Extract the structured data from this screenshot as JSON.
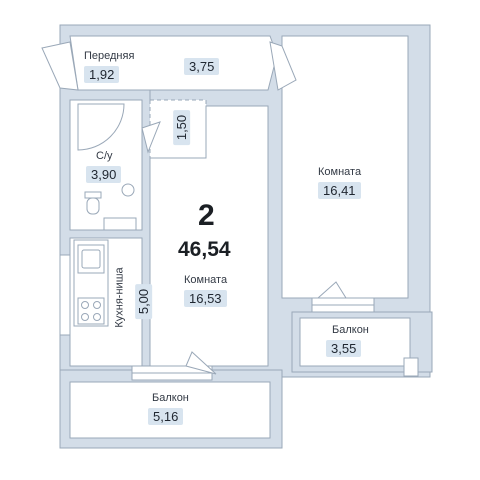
{
  "rooms": {
    "hall": {
      "label": "Передняя",
      "area": "1,92"
    },
    "corridor": {
      "area": "3,75"
    },
    "bathroom": {
      "label": "С/у",
      "area": "3,90"
    },
    "passage": {
      "width": "1,50"
    },
    "kitchen": {
      "label": "Кухня-ниша",
      "width": "5,00"
    },
    "room_main": {
      "label": "Комната",
      "area": "16,53"
    },
    "room_second": {
      "label": "Комната",
      "area": "16,41"
    },
    "balcony_right": {
      "label": "Балкон",
      "area": "3,55"
    },
    "balcony_bottom": {
      "label": "Балкон",
      "area": "5,16"
    }
  },
  "summary": {
    "rooms_count": "2",
    "total_area": "46,54"
  },
  "colors": {
    "wall": "#d3dde8",
    "wall_edge": "#9aa8b8",
    "floor": "#ffffff",
    "badge": "#d8e4ef",
    "text": "#333a45"
  }
}
